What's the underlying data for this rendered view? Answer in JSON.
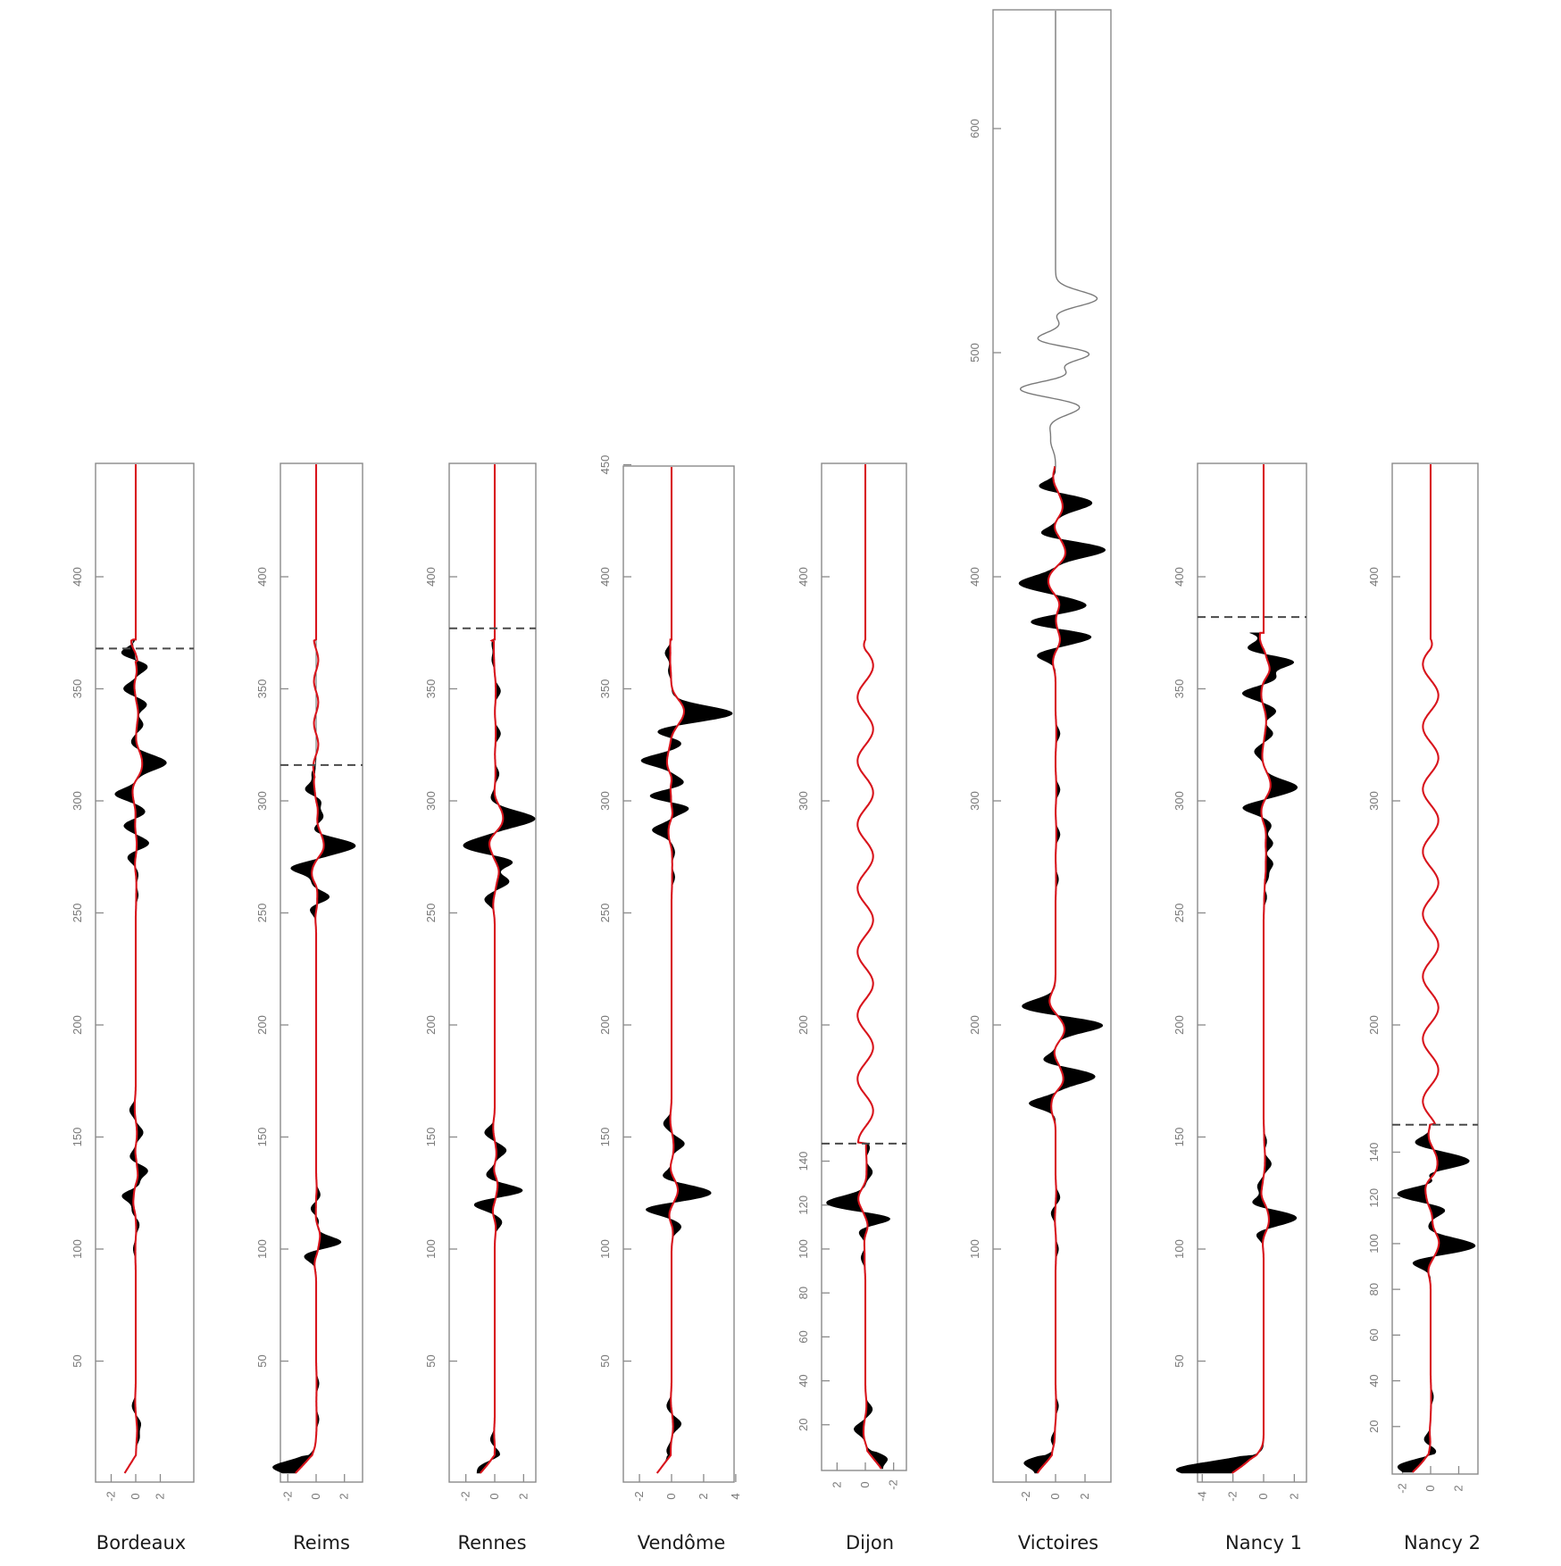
{
  "chart_data": {
    "type": "line",
    "title": "",
    "xlabel": "",
    "ylabel": "",
    "description": "Eight vertical wiggle-trace panels (filled black lobes with smoothed red trace); y axis is depth/time, x axis amplitude; dashed line marks cutoff level",
    "panels": [
      {
        "name": "Bordeaux",
        "box": {
          "left": 107,
          "right": 217,
          "top": 519,
          "bottom": 1660
        },
        "center_x": 152,
        "ylim": [
          0,
          449
        ],
        "yticks": [
          50,
          100,
          150,
          200,
          250,
          300,
          350,
          400
        ],
        "xticks": [
          -2,
          0,
          2
        ],
        "xlim": [
          -4,
          4
        ],
        "x_reversed": false,
        "dashed_line": 368,
        "trace_top": 372,
        "flat_color_above_dashed": "#cc0000",
        "pulses": [
          [
            366,
            -1.2
          ],
          [
            360,
            1.0
          ],
          [
            350,
            -1.0
          ],
          [
            343,
            0.9
          ],
          [
            334,
            0.6
          ],
          [
            326,
            -0.4
          ],
          [
            317,
            2.5
          ],
          [
            303,
            -1.7
          ],
          [
            295,
            0.8
          ],
          [
            289,
            -1.0
          ],
          [
            281,
            1.1
          ],
          [
            275,
            -0.7
          ],
          [
            267,
            0.2
          ],
          [
            258,
            0.2
          ],
          [
            162,
            -0.5
          ],
          [
            152,
            0.6
          ],
          [
            141,
            -0.5
          ],
          [
            135,
            1.0
          ],
          [
            128,
            0.4
          ],
          [
            124,
            -1.2
          ],
          [
            117,
            -0.3
          ],
          [
            111,
            0.3
          ],
          [
            100,
            -0.2
          ],
          [
            30,
            -0.3
          ],
          [
            22,
            0.4
          ],
          [
            16,
            0.3
          ]
        ]
      },
      {
        "name": "Reims",
        "box": {
          "left": 314,
          "right": 406,
          "top": 519,
          "bottom": 1660
        },
        "center_x": 354,
        "ylim": [
          0,
          449
        ],
        "yticks": [
          50,
          100,
          150,
          200,
          250,
          300,
          350,
          400
        ],
        "xticks": [
          -2,
          0,
          2
        ],
        "xlim": [
          -2.6,
          3.2
        ],
        "x_reversed": false,
        "dashed_line": 316,
        "trace_top": 372,
        "pulses": [
          [
            312,
            -0.3
          ],
          [
            305,
            -0.8
          ],
          [
            300,
            0.4
          ],
          [
            293,
            0.5
          ],
          [
            286,
            -0.4
          ],
          [
            280,
            2.8
          ],
          [
            270,
            -1.8
          ],
          [
            263,
            -0.3
          ],
          [
            257,
            1.0
          ],
          [
            252,
            -0.5
          ],
          [
            124,
            0.3
          ],
          [
            118,
            -0.4
          ],
          [
            113,
            0.2
          ],
          [
            103,
            1.8
          ],
          [
            97,
            -0.9
          ],
          [
            40,
            0.2
          ],
          [
            24,
            0.2
          ],
          [
            8,
            -0.3
          ],
          [
            3,
            -2.0
          ]
        ]
      },
      {
        "name": "Rennes",
        "box": {
          "left": 503,
          "right": 600,
          "top": 519,
          "bottom": 1660
        },
        "center_x": 554,
        "ylim": [
          0,
          449
        ],
        "yticks": [
          50,
          100,
          150,
          200,
          250,
          300,
          350,
          400
        ],
        "xticks": [
          -2,
          0,
          2
        ],
        "xlim": [
          -3,
          3
        ],
        "x_reversed": false,
        "dashed_line": 377,
        "trace_top": 372,
        "pulses": [
          [
            370,
            -0.2
          ],
          [
            363,
            -0.2
          ],
          [
            349,
            0.4
          ],
          [
            330,
            0.4
          ],
          [
            312,
            0.3
          ],
          [
            301,
            -0.3
          ],
          [
            292,
            2.8
          ],
          [
            280,
            -2.2
          ],
          [
            273,
            1.4
          ],
          [
            264,
            1.0
          ],
          [
            256,
            -0.7
          ],
          [
            152,
            -0.7
          ],
          [
            144,
            0.8
          ],
          [
            133,
            -0.6
          ],
          [
            126,
            2.0
          ],
          [
            120,
            -1.5
          ],
          [
            112,
            0.5
          ],
          [
            15,
            -0.3
          ],
          [
            8,
            0.4
          ],
          [
            3,
            -0.5
          ]
        ]
      },
      {
        "name": "Vendôme",
        "box": {
          "left": 698,
          "right": 822,
          "top": 522,
          "bottom": 1660
        },
        "center_x": 752,
        "ylim": [
          0,
          450
        ],
        "yticks": [
          50,
          100,
          150,
          200,
          250,
          300,
          350,
          400,
          450
        ],
        "xticks": [
          -2,
          0,
          2,
          4
        ],
        "xlim": [
          -2.7,
          4.2
        ],
        "x_reversed": false,
        "dashed_line": null,
        "trace_top": 372,
        "pulses": [
          [
            366,
            -0.4
          ],
          [
            358,
            -0.2
          ],
          [
            339,
            3.8
          ],
          [
            331,
            -1.1
          ],
          [
            326,
            0.7
          ],
          [
            318,
            -1.9
          ],
          [
            308,
            0.8
          ],
          [
            302,
            -1.5
          ],
          [
            297,
            1.2
          ],
          [
            287,
            -1.2
          ],
          [
            277,
            0.2
          ],
          [
            266,
            0.2
          ],
          [
            156,
            -0.5
          ],
          [
            147,
            0.8
          ],
          [
            132,
            -0.7
          ],
          [
            125,
            2.5
          ],
          [
            118,
            -1.8
          ],
          [
            110,
            0.6
          ],
          [
            30,
            -0.3
          ],
          [
            22,
            0.6
          ],
          [
            10,
            -0.3
          ]
        ]
      },
      {
        "name": "Dijon",
        "box": {
          "left": 920,
          "right": 1015,
          "top": 519,
          "bottom": 1647
        },
        "center_x": 969,
        "ylim": [
          0,
          449
        ],
        "yticks": [
          100,
          200,
          300,
          400
        ],
        "yticks_secondary": [
          20,
          40,
          60,
          80,
          100,
          120,
          140
        ],
        "xticks": [
          2,
          0,
          -2
        ],
        "xlim": [
          -3,
          3
        ],
        "x_reversed": true,
        "dashed_line": 148,
        "trace_top": 372,
        "red_only_above_dashed": true,
        "pulses": [
          [
            146,
            -0.3
          ],
          [
            135,
            -0.5
          ],
          [
            126,
            -0.2
          ],
          [
            121,
            2.8
          ],
          [
            114,
            -2.0
          ],
          [
            108,
            0.5
          ],
          [
            96,
            0.3
          ],
          [
            27,
            -0.5
          ],
          [
            18,
            0.8
          ],
          [
            5,
            -1.0
          ]
        ]
      },
      {
        "name": "Victoires",
        "box": {
          "left": 1112,
          "right": 1244,
          "top": 11,
          "bottom": 1660
        },
        "center_x": 1182,
        "ylim": [
          0,
          655
        ],
        "yticks": [
          100,
          200,
          300,
          400,
          500,
          600
        ],
        "xticks": [
          -2,
          0,
          2
        ],
        "xlim": [
          -4,
          4
        ],
        "x_reversed": false,
        "dashed_line": null,
        "trace_top": 449,
        "grey_trace_above": [
          [
            532,
            0
          ],
          [
            524,
            2.9
          ],
          [
            518,
            -0.4
          ],
          [
            512,
            0.5
          ],
          [
            505,
            -2.0
          ],
          [
            500,
            3.0
          ],
          [
            494,
            -0.7
          ],
          [
            490,
            1.5
          ],
          [
            484,
            -2.8
          ],
          [
            476,
            1.8
          ],
          [
            468,
            -0.4
          ],
          [
            460,
            -0.3
          ],
          [
            454,
            0
          ]
        ],
        "pulses": [
          [
            440,
            -1.3
          ],
          [
            433,
            2.5
          ],
          [
            419,
            -1.2
          ],
          [
            412,
            3.4
          ],
          [
            397,
            -2.5
          ],
          [
            387,
            2.2
          ],
          [
            379,
            -2.5
          ],
          [
            374,
            3.0
          ],
          [
            365,
            -1.3
          ],
          [
            330,
            0.3
          ],
          [
            305,
            0.3
          ],
          [
            285,
            0.3
          ],
          [
            265,
            0.2
          ],
          [
            208,
            -2.4
          ],
          [
            200,
            3.3
          ],
          [
            184,
            -1.0
          ],
          [
            177,
            2.7
          ],
          [
            165,
            -1.8
          ],
          [
            123,
            0.3
          ],
          [
            116,
            -0.3
          ],
          [
            100,
            0.2
          ],
          [
            30,
            0.2
          ],
          [
            15,
            -0.3
          ],
          [
            5,
            -1.5
          ]
        ]
      },
      {
        "name": "Nancy 1",
        "box": {
          "left": 1341,
          "right": 1463,
          "top": 519,
          "bottom": 1660
        },
        "center_x": 1415,
        "ylim": [
          0,
          449
        ],
        "yticks": [
          50,
          100,
          150,
          200,
          250,
          300,
          350,
          400
        ],
        "xticks": [
          -4,
          -2,
          0,
          2
        ],
        "xlim": [
          -4.2,
          2.9
        ],
        "x_reversed": false,
        "dashed_line": 382,
        "trace_top": 375,
        "pulses": [
          [
            380,
            -3.0
          ],
          [
            368,
            -1.1
          ],
          [
            362,
            2.0
          ],
          [
            355,
            0.8
          ],
          [
            348,
            -1.4
          ],
          [
            340,
            0.8
          ],
          [
            330,
            0.6
          ],
          [
            322,
            -0.6
          ],
          [
            306,
            2.2
          ],
          [
            297,
            -1.4
          ],
          [
            289,
            0.5
          ],
          [
            281,
            0.6
          ],
          [
            272,
            0.6
          ],
          [
            266,
            0.3
          ],
          [
            257,
            0.2
          ],
          [
            148,
            0.2
          ],
          [
            138,
            0.5
          ],
          [
            128,
            -0.4
          ],
          [
            120,
            -1.0
          ],
          [
            114,
            2.2
          ],
          [
            107,
            -0.6
          ],
          [
            2,
            -4.0
          ]
        ]
      },
      {
        "name": "Nancy 2",
        "box": {
          "left": 1559,
          "right": 1655,
          "top": 519,
          "bottom": 1651
        },
        "center_x": 1602,
        "ylim": [
          0,
          449
        ],
        "yticks": [
          100,
          200,
          300,
          400
        ],
        "yticks_secondary": [
          20,
          40,
          60,
          80,
          100,
          120,
          140
        ],
        "xticks": [
          -2,
          0,
          2
        ],
        "xlim": [
          -2.6,
          3.5
        ],
        "x_reversed": false,
        "dashed_line": 152,
        "trace_top": 372,
        "red_only_above_dashed": true,
        "pulses": [
          [
            144,
            -1.2
          ],
          [
            136,
            2.8
          ],
          [
            130,
            -1.0
          ],
          [
            127,
            1.2
          ],
          [
            122,
            -2.5
          ],
          [
            115,
            1.2
          ],
          [
            106,
            -0.3
          ],
          [
            99,
            3.2
          ],
          [
            92,
            -1.5
          ],
          [
            33,
            0.2
          ],
          [
            14,
            -0.5
          ],
          [
            9,
            0.5
          ],
          [
            3,
            -1.5
          ]
        ]
      }
    ]
  },
  "labels": {
    "bordeaux": "Bordeaux",
    "reims": "Reims",
    "rennes": "Rennes",
    "vendome": "Vendôme",
    "dijon": "Dijon",
    "victoires": "Victoires",
    "nancy1": "Nancy 1",
    "nancy2": "Nancy 2"
  },
  "colors": {
    "trace_red": "#d8141c",
    "fill_black": "#000000",
    "frame_grey": "#8a8a8a",
    "dashed_grey": "#4a4a4a",
    "upper_trace_grey": "#7a7a7a"
  }
}
